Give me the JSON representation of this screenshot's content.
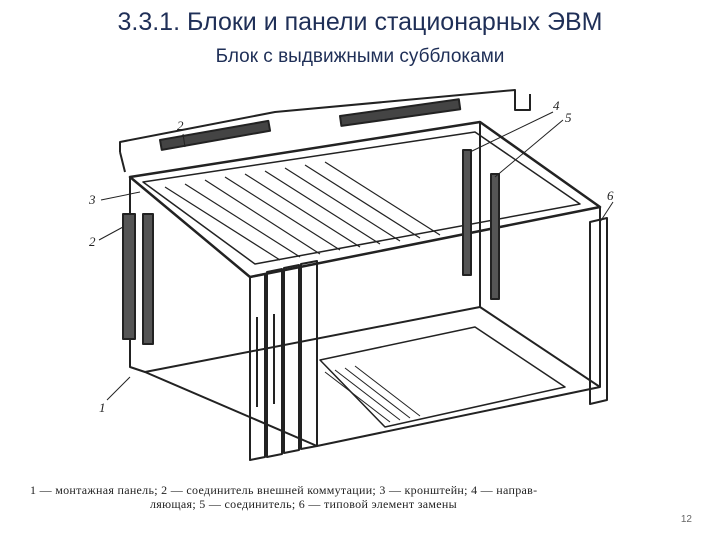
{
  "header": {
    "title": "3.3.1. Блоки и панели стационарных ЭВМ",
    "subtitle": "Блок с выдвижными субблоками"
  },
  "figure": {
    "callouts": [
      "1",
      "2",
      "2",
      "3",
      "4",
      "5",
      "6"
    ],
    "caption_line1": "1 — монтажная панель; 2 — соединитель внешней коммутации; 3 — кронштейн; 4 — направ-",
    "caption_line2": "ляющая; 5 — соединитель; 6 — типовой элемент замены"
  },
  "footer": {
    "page_number": "12"
  },
  "colors": {
    "title": "#1f2f57",
    "ink": "#222222"
  }
}
